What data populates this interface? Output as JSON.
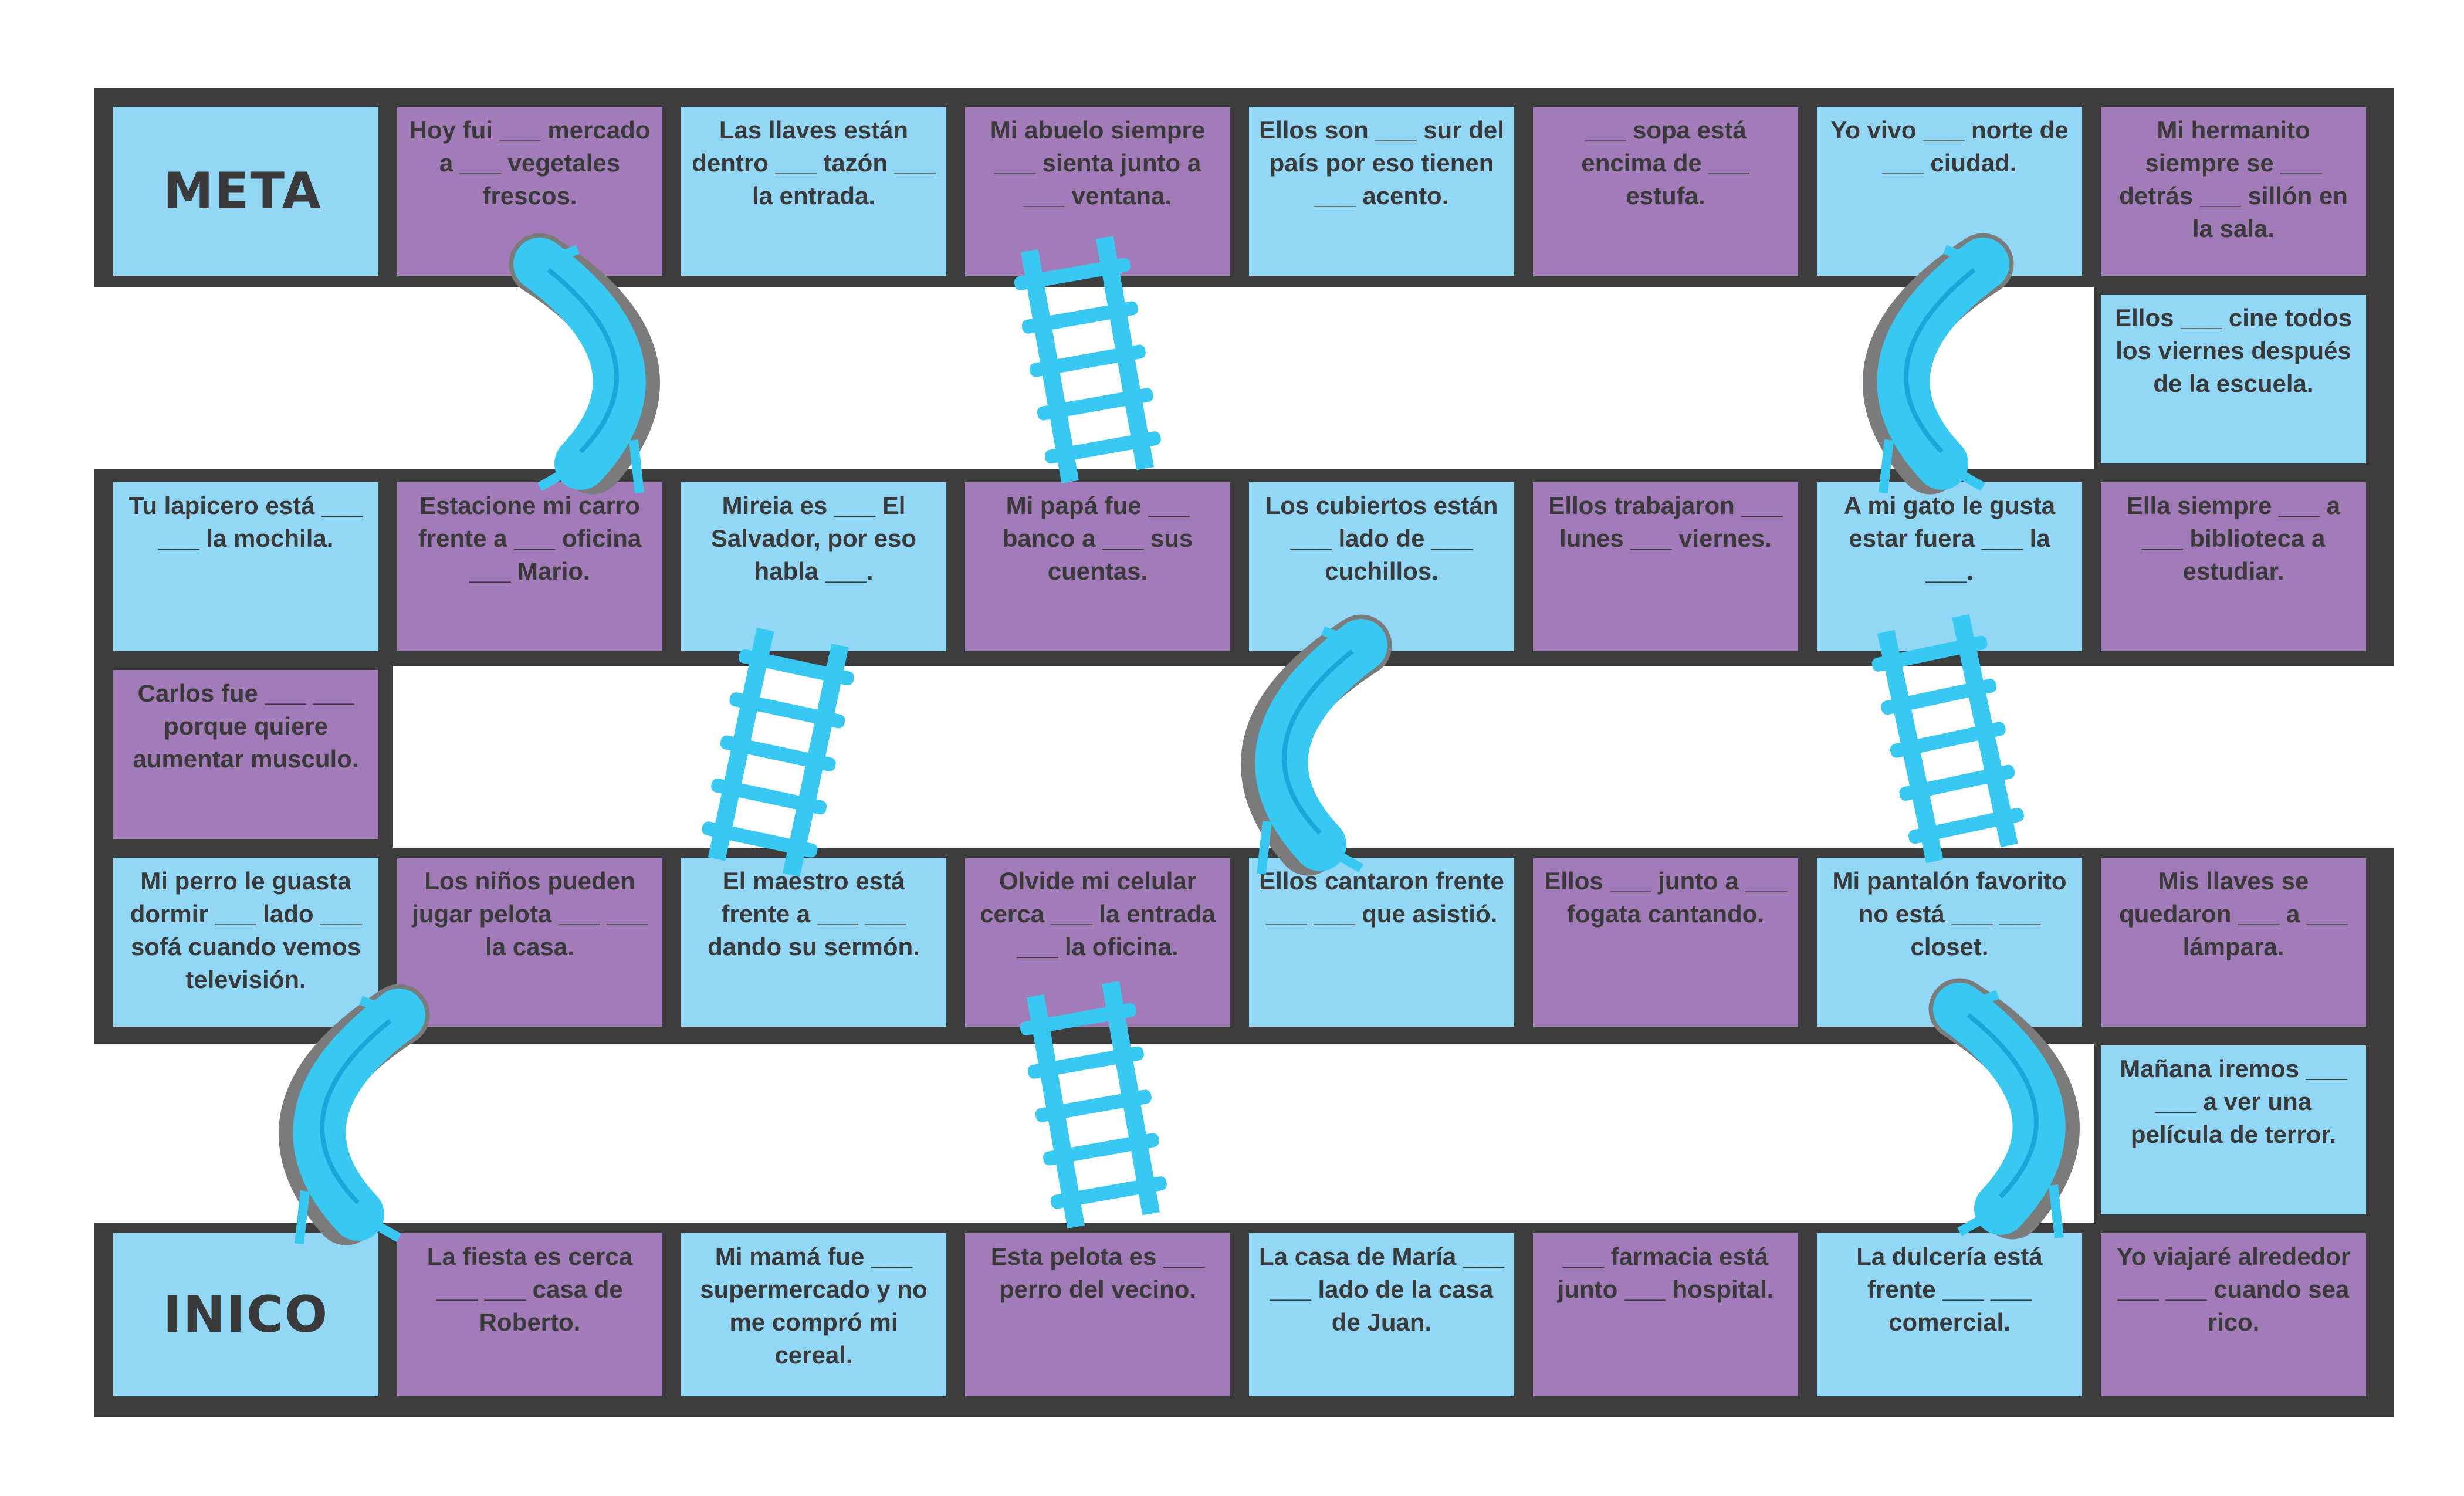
{
  "colors": {
    "border": "#3d3d3d",
    "blue": "#92d8f6",
    "purple": "#a27bb9",
    "piece": "#38c9f2",
    "piece_dark": "#1aa6d8",
    "shadow": "#7b7b7b"
  },
  "row1": [
    {
      "text": "META",
      "color": "blue",
      "big": true
    },
    {
      "text": "Hoy fui ___ mercado a ___ vegetales frescos.",
      "color": "purple"
    },
    {
      "text": "Las llaves están dentro ___ tazón ___ la entrada.",
      "color": "blue"
    },
    {
      "text": "Mi abuelo siempre ___ sienta junto a ___ ventana.",
      "color": "purple"
    },
    {
      "text": "Ellos son ___ sur del país por eso tienen ___ acento.",
      "color": "blue"
    },
    {
      "text": "___ sopa está encima de ___ estufa.",
      "color": "purple"
    },
    {
      "text": "Yo vivo ___ norte de ___ ciudad.",
      "color": "blue"
    },
    {
      "text": "Mi hermanito siempre se ___ detrás ___ sillón en la sala.",
      "color": "purple"
    }
  ],
  "connector_right_1": {
    "text": "Ellos ___ cine todos los viernes después de la escuela.",
    "color": "blue"
  },
  "row2": [
    {
      "text": "Tu lapicero está ___ ___ la mochila.",
      "color": "blue"
    },
    {
      "text": "Estacione mi carro frente a ___ oficina ___ Mario.",
      "color": "purple"
    },
    {
      "text": "Mireia es ___ El Salvador, por eso habla ___.",
      "color": "blue"
    },
    {
      "text": "Mi papá fue ___ banco a ___ sus cuentas.",
      "color": "purple"
    },
    {
      "text": "Los cubiertos están ___ lado de ___ cuchillos.",
      "color": "blue"
    },
    {
      "text": "Ellos trabajaron ___ lunes ___ viernes.",
      "color": "purple"
    },
    {
      "text": "A mi gato le gusta estar fuera ___ la ___.",
      "color": "blue"
    },
    {
      "text": "Ella siempre ___ a ___ biblioteca a estudiar.",
      "color": "purple"
    }
  ],
  "connector_left": {
    "text": "Carlos fue ___ ___ porque quiere aumentar musculo.",
    "color": "purple"
  },
  "row3": [
    {
      "text": "Mi perro le guasta dormir ___ lado ___ sofá cuando vemos televisión.",
      "color": "blue"
    },
    {
      "text": "Los niños pueden jugar pelota ___ ___ la casa.",
      "color": "purple"
    },
    {
      "text": "El maestro está frente a ___ ___ dando su sermón.",
      "color": "blue"
    },
    {
      "text": "Olvide mi celular cerca ___ la entrada ___ la oficina.",
      "color": "purple"
    },
    {
      "text": "Ellos cantaron frente ___ ___ que asistió.",
      "color": "blue"
    },
    {
      "text": "Ellos ___ junto a ___ fogata cantando.",
      "color": "purple"
    },
    {
      "text": "Mi pantalón favorito no está ___ ___ closet.",
      "color": "blue"
    },
    {
      "text": "Mis llaves se quedaron ___ a ___ lámpara.",
      "color": "purple"
    }
  ],
  "connector_right_2": {
    "text": "Mañana iremos ___ ___ a ver una película de terror.",
    "color": "blue"
  },
  "row4": [
    {
      "text": "INICO",
      "color": "blue",
      "big": true
    },
    {
      "text": "La fiesta es cerca ___ ___ casa de Roberto.",
      "color": "purple"
    },
    {
      "text": "Mi mamá fue ___ supermercado y no me compró mi cereal.",
      "color": "blue"
    },
    {
      "text": "Esta pelota es ___ perro del vecino.",
      "color": "purple"
    },
    {
      "text": "La casa de María ___ ___ lado de la casa de Juan.",
      "color": "blue"
    },
    {
      "text": "___ farmacia está junto ___ hospital.",
      "color": "purple"
    },
    {
      "text": "La dulcería está frente ___ ___ comercial.",
      "color": "blue"
    },
    {
      "text": "Yo viajaré alrededor ___ ___ cuando sea rico.",
      "color": "purple"
    }
  ],
  "pieces": [
    {
      "kind": "slide",
      "name": "slide-1"
    },
    {
      "kind": "ladder",
      "name": "ladder-1"
    },
    {
      "kind": "slide",
      "name": "slide-2"
    },
    {
      "kind": "ladder",
      "name": "ladder-2"
    },
    {
      "kind": "slide",
      "name": "slide-3"
    },
    {
      "kind": "ladder",
      "name": "ladder-3"
    },
    {
      "kind": "slide",
      "name": "slide-4"
    },
    {
      "kind": "ladder",
      "name": "ladder-4"
    },
    {
      "kind": "slide",
      "name": "slide-5"
    }
  ]
}
